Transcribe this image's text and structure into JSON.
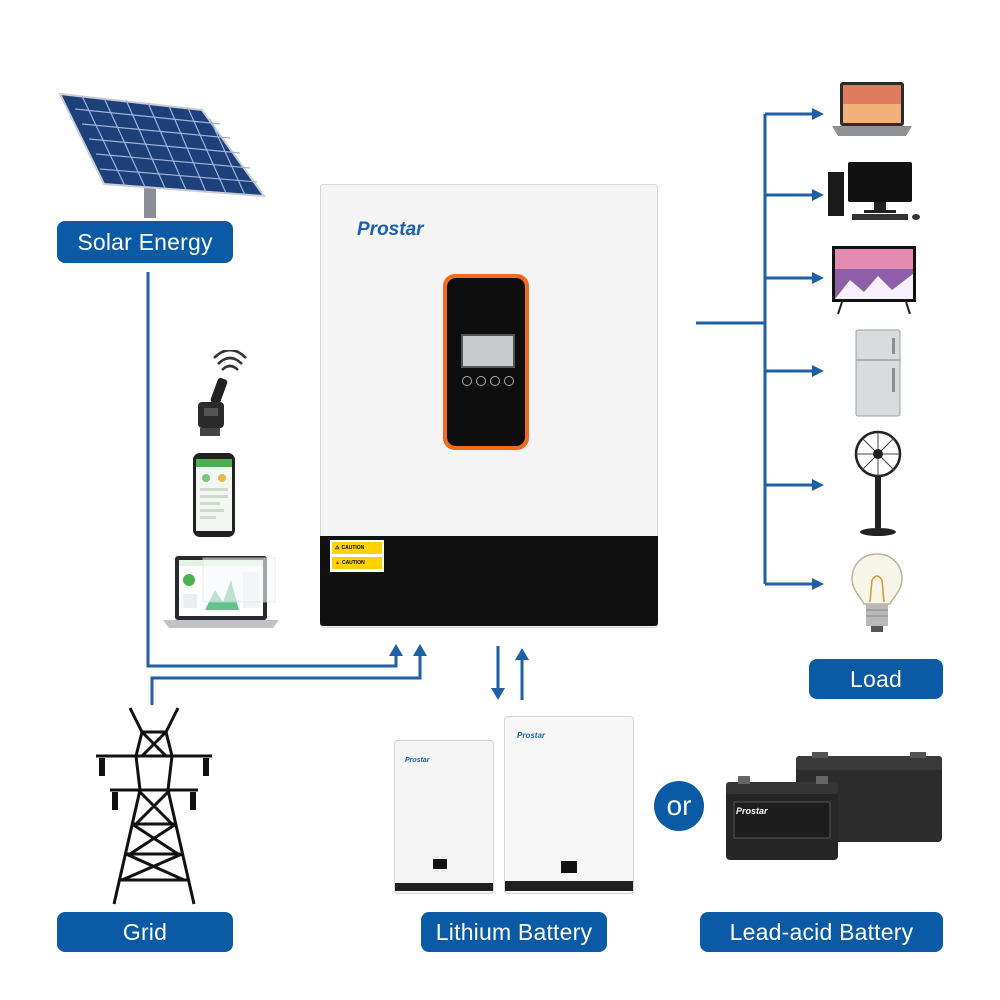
{
  "labels": {
    "solar": "Solar Energy",
    "grid": "Grid",
    "lithium": "Lithium Battery",
    "lead_acid": "Lead-acid Battery",
    "load": "Load",
    "or": "or"
  },
  "brand": {
    "inverter_logo": "Prostar",
    "battery_logo_left": "Prostar",
    "battery_logo_right": "Prostar",
    "lead_acid_logo": "Prostar"
  },
  "inverter": {
    "caution_label_1": "CAUTION",
    "caution_label_2": "CAUTION"
  },
  "load_icons": [
    "laptop-icon",
    "desktop-computer-icon",
    "tv-icon",
    "refrigerator-icon",
    "fan-icon",
    "light-bulb-icon"
  ],
  "monitoring_icons": [
    "wifi-dongle-icon",
    "smartphone-app-icon",
    "laptop-dashboard-icon"
  ],
  "colors": {
    "accent_blue": "#0b5aa5",
    "line_blue": "#1f5fa6",
    "inverter_body": "#f2f2f2",
    "inverter_base": "#111111",
    "display_ring": "#f26a1b"
  }
}
